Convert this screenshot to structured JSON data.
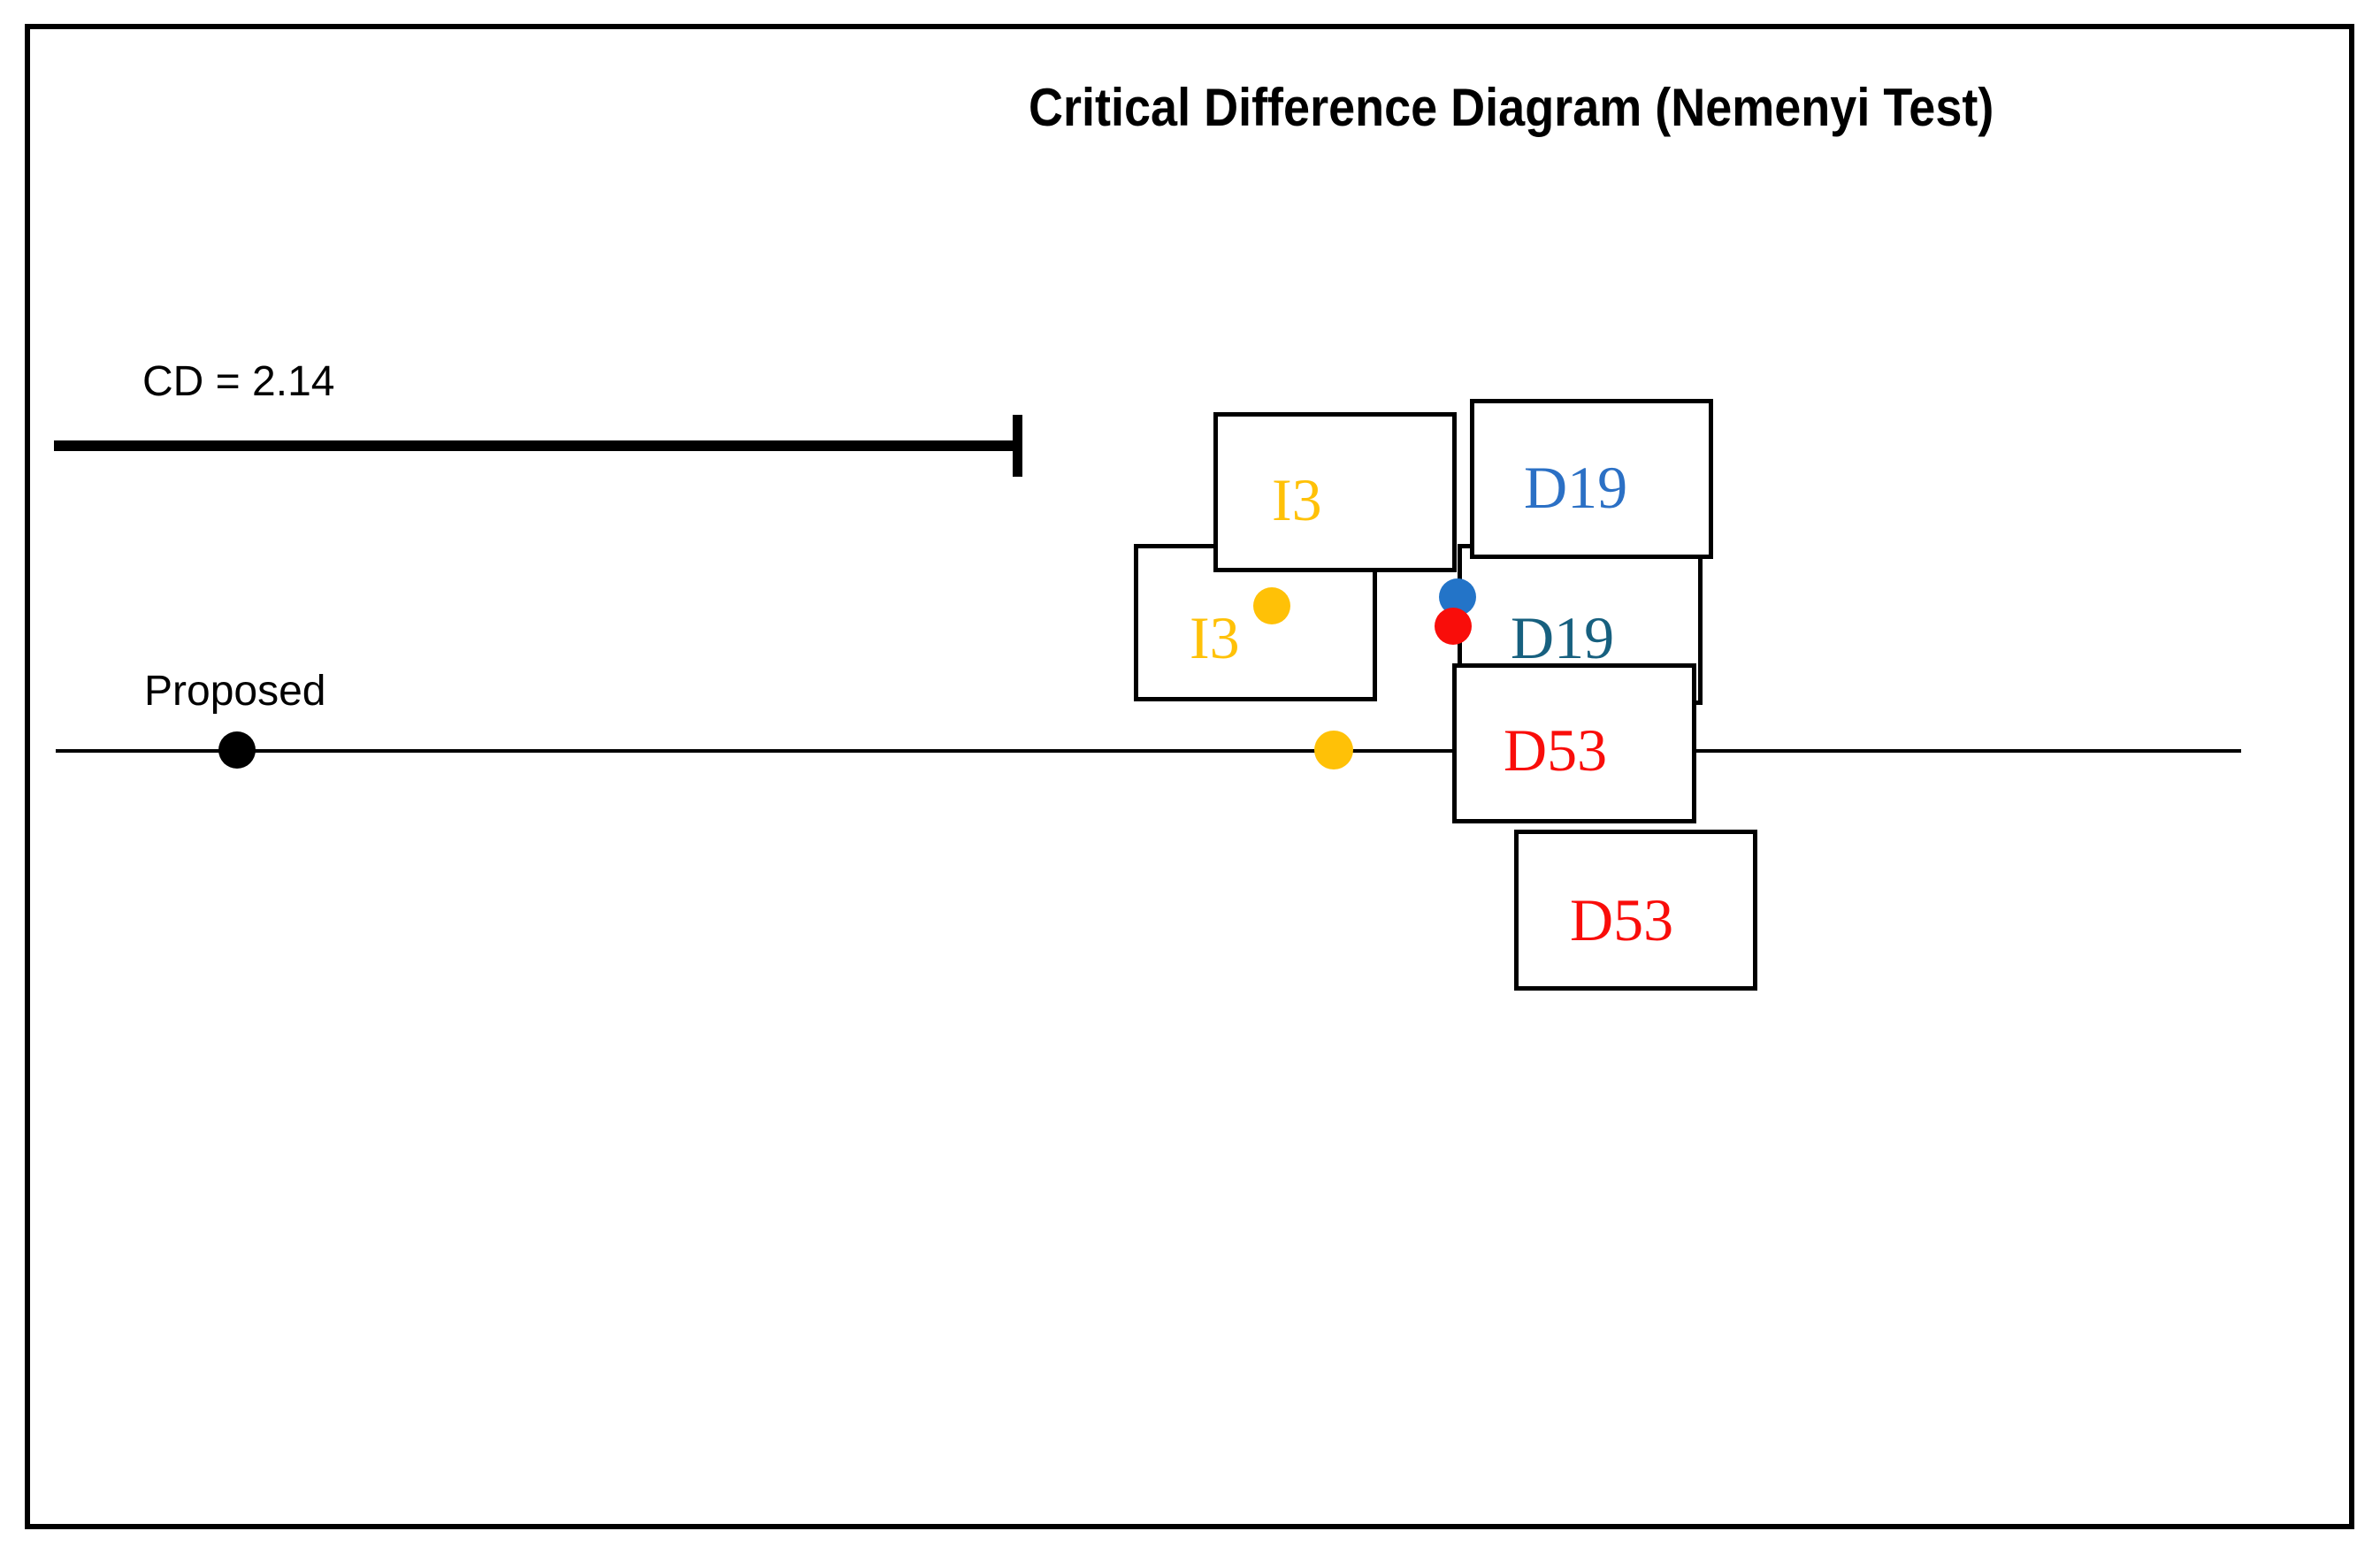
{
  "title": "Critical Difference Diagram (Nemenyi Test)",
  "cd_label": "CD = 2.14",
  "proposed_label": "Proposed",
  "boxes": [
    {
      "id": "i3-upper",
      "label": "I3",
      "label_color": "#FFC107"
    },
    {
      "id": "d19-upper",
      "label": "D19",
      "label_color": "#2B70C5"
    },
    {
      "id": "i3-lower",
      "label": "I3",
      "label_color": "#FFC107"
    },
    {
      "id": "d19-lower",
      "label": "D19",
      "label_color": "#17607F"
    },
    {
      "id": "d53-upper",
      "label": "D53",
      "label_color": "#F90D0A"
    },
    {
      "id": "d53-lower",
      "label": "D53",
      "label_color": "#F90D0A"
    }
  ],
  "markers": [
    {
      "id": "proposed",
      "color": "#000000",
      "on_axis": true
    },
    {
      "id": "i3",
      "color": "#FFC107",
      "on_axis": false
    },
    {
      "id": "d19",
      "color": "#2374C8",
      "on_axis": false
    },
    {
      "id": "d53",
      "color": "#F90D0A",
      "on_axis": false
    },
    {
      "id": "i3-axis",
      "color": "#FFC107",
      "on_axis": true
    }
  ],
  "colors": {
    "gold": "#FFC107",
    "blue": "#2B70C5",
    "teal": "#17607F",
    "red": "#F90D0A",
    "black": "#000000",
    "background": "#FFFFFF"
  },
  "chart_data": {
    "type": "scatter",
    "subtype": "critical-difference-diagram",
    "title": "Critical Difference Diagram (Nemenyi Test)",
    "critical_difference": 2.14,
    "cd_bar": {
      "label": "CD = 2.14",
      "length_fraction_of_axis": 0.443,
      "right_tick": true
    },
    "axis": {
      "orientation": "horizontal",
      "tick_labels": "none",
      "grid": false
    },
    "points": [
      {
        "label": "Proposed",
        "color": "#000000",
        "axis_fraction": 0.083,
        "marker_on_axis": true
      },
      {
        "label": "I3",
        "color": "#FFC107",
        "axis_fraction": 0.585,
        "marker_on_axis": true
      },
      {
        "label": "D53",
        "color": "#F90D0A",
        "axis_fraction": 0.639,
        "marker_on_axis": false
      },
      {
        "label": "D19",
        "color": "#2374C8",
        "axis_fraction": 0.641,
        "marker_on_axis": false
      }
    ],
    "legend_position": "none"
  }
}
